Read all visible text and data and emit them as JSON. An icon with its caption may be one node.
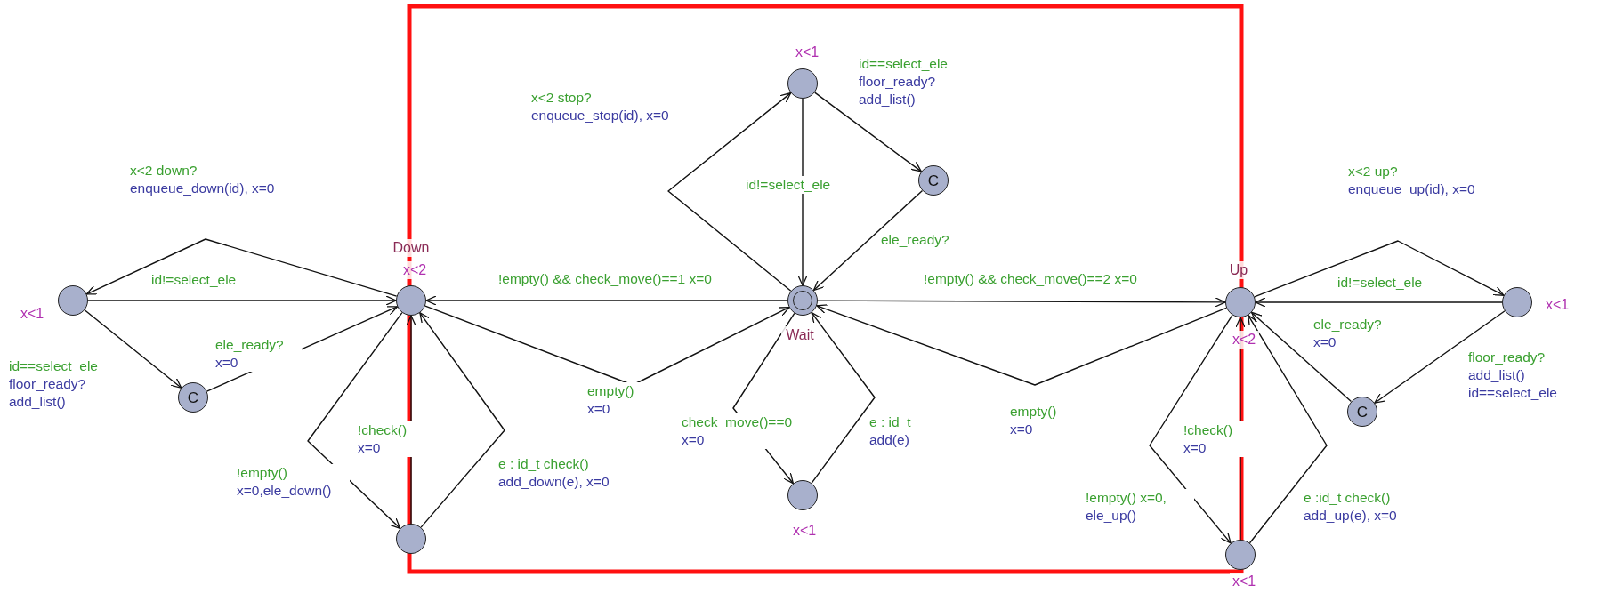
{
  "diagram": {
    "nodes": [
      {
        "text": [
          "x<1"
        ]
      },
      {
        "text": [
          "Down",
          "x<2"
        ]
      },
      {
        "text": [
          "C"
        ]
      },
      {
        "text": [],
        "shape": "circle"
      },
      {
        "text": [
          "x<1"
        ]
      },
      {
        "text": [
          "C"
        ]
      },
      {
        "text": [
          "Wait"
        ]
      },
      {
        "text": [
          "x<1"
        ]
      },
      {
        "text": [
          "Up",
          "x<2"
        ]
      },
      {
        "text": [
          "x<1"
        ]
      },
      {
        "text": [
          "C"
        ]
      },
      {
        "text": [
          "x<1"
        ]
      }
    ],
    "edges": [
      {
        "from": 1,
        "to": 0,
        "arrow": "to",
        "label": "x<2 down? enqueue_down(id), x=0"
      },
      {
        "from": 0,
        "to": 1,
        "arrow": "to",
        "label": "id!=select_ele"
      },
      {
        "from": 0,
        "to": 2,
        "arrow": "to",
        "label": "id==select_ele floor_ready? add_list()"
      },
      {
        "from": 2,
        "to": 1,
        "arrow": "to",
        "label": "ele_ready? x=0"
      },
      {
        "from": 1,
        "to": 3,
        "arrow": "to",
        "label": "!empty() x=0,ele_down()"
      },
      {
        "from": 3,
        "to": 1,
        "arrow": "to",
        "label": "!check() x=0"
      },
      {
        "from": 3,
        "to": 1,
        "arrow": "to",
        "label": "e : id_t check() add_down(e), x=0"
      },
      {
        "from": 6,
        "to": 1,
        "arrow": "to",
        "label": "!empty() && check_move()==1 x=0"
      },
      {
        "from": 1,
        "to": 6,
        "arrow": "to",
        "label": "empty() x=0"
      },
      {
        "from": 6,
        "to": 4,
        "arrow": "to",
        "label": "x<2 stop? enqueue_stop(id), x=0"
      },
      {
        "from": 4,
        "to": 6,
        "arrow": "to",
        "label": "id!=select_ele"
      },
      {
        "from": 4,
        "to": 5,
        "arrow": "to",
        "label": "id==select_ele floor_ready? add_list()"
      },
      {
        "from": 5,
        "to": 6,
        "arrow": "to",
        "label": "ele_ready?"
      },
      {
        "from": 6,
        "to": 7,
        "arrow": "to",
        "label": "check_move()==0 x=0"
      },
      {
        "from": 7,
        "to": 6,
        "arrow": "to",
        "label": "e : id_t add(e)"
      },
      {
        "from": 6,
        "to": 8,
        "arrow": "to",
        "label": "!empty() && check_move()==2 x=0"
      },
      {
        "from": 8,
        "to": 6,
        "arrow": "to",
        "label": "empty() x=0"
      },
      {
        "from": 8,
        "to": 9,
        "arrow": "to",
        "label": "x<2 up? enqueue_up(id), x=0"
      },
      {
        "from": 9,
        "to": 8,
        "arrow": "to",
        "label": "id!=select_ele"
      },
      {
        "from": 9,
        "to": 10,
        "arrow": "to",
        "label": "floor_ready? add_list() id==select_ele"
      },
      {
        "from": 10,
        "to": 8,
        "arrow": "to",
        "label": "ele_ready? x=0"
      },
      {
        "from": 8,
        "to": 11,
        "arrow": "to",
        "label": "!empty() x=0, ele_up()"
      },
      {
        "from": 11,
        "to": 8,
        "arrow": "to",
        "label": "!check() x=0"
      },
      {
        "from": 11,
        "to": 8,
        "arrow": "to",
        "label": "e :id_t check() add_up(e), x=0"
      }
    ]
  }
}
